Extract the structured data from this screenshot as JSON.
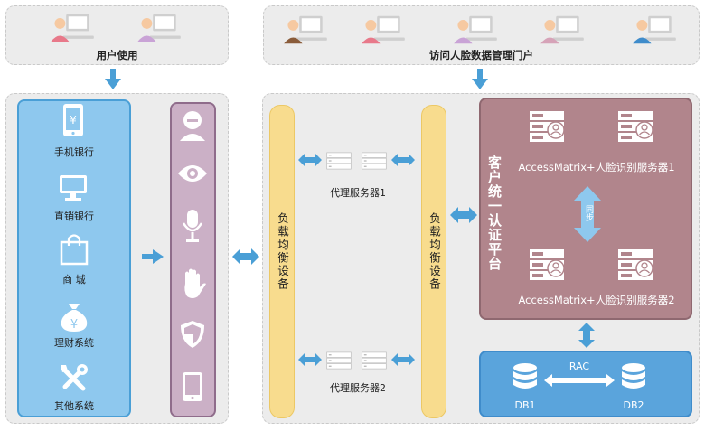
{
  "top_left": {
    "label": "用户使用"
  },
  "top_right": {
    "label": "访问人脸数据管理门户"
  },
  "channels": [
    {
      "label": "手机银行",
      "icon": "mobile-bank-icon"
    },
    {
      "label": "直销银行",
      "icon": "monitor-icon"
    },
    {
      "label": "商 城",
      "icon": "shopping-bag-icon"
    },
    {
      "label": "理财系统",
      "icon": "money-bag-icon"
    },
    {
      "label": "其他系统",
      "icon": "tools-icon"
    }
  ],
  "biometrics": [
    "face-icon",
    "eye-icon",
    "microphone-icon",
    "palm-icon",
    "shield-icon",
    "tablet-icon"
  ],
  "load_balancer": {
    "label": "负载均衡设备"
  },
  "proxy1": {
    "label": "代理服务器1"
  },
  "proxy2": {
    "label": "代理服务器2"
  },
  "auth_platform": {
    "label": "客户统一认证平台"
  },
  "server1": {
    "label": "AccessMatrix+人脸识别服务器1"
  },
  "server2": {
    "label": "AccessMatrix+人脸识别服务器2"
  },
  "sync": {
    "label": "同步"
  },
  "db": {
    "rac": "RAC",
    "db1": "DB1",
    "db2": "DB2"
  },
  "colors": {
    "accent_blue": "#5aa4dc",
    "arrow_blue": "#4a9fd6",
    "load_balancer": "#f8dc8e",
    "auth_platform": "#b1858c",
    "biometric_panel": "#cbb0c6"
  }
}
